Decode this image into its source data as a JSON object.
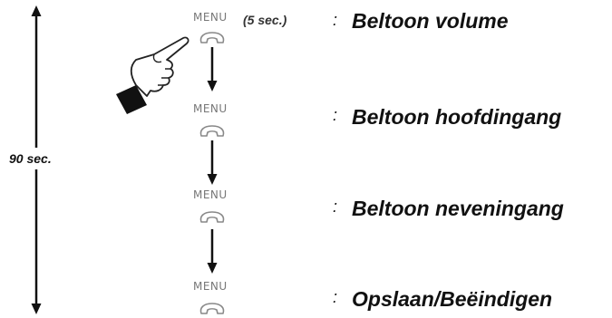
{
  "duration_label": "90 sec.",
  "menu_key_label": "MENU",
  "hold_time_label": "(5 sec.)",
  "icons": {
    "handset": "telephone-handset-icon",
    "hand": "pointing-hand-icon"
  },
  "steps": [
    {
      "title": "Beltoon volume"
    },
    {
      "title": "Beltoon hoofdingang"
    },
    {
      "title": "Beltoon neveningang"
    },
    {
      "title": "Opslaan/Beëindigen"
    }
  ],
  "colors": {
    "text": "#111111",
    "key_label": "#777777",
    "icon_stroke": "#888888"
  }
}
